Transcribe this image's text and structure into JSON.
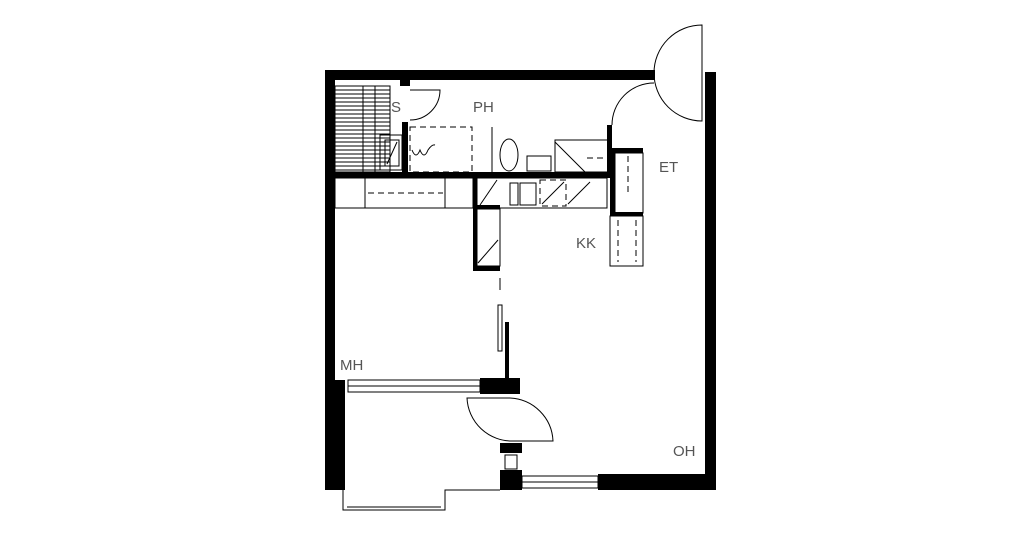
{
  "floor_plan": {
    "rooms": {
      "sauna": "S",
      "bathroom": "PH",
      "entrance": "ET",
      "kitchen": "KK",
      "bedroom": "MH",
      "living_room": "OH"
    }
  }
}
